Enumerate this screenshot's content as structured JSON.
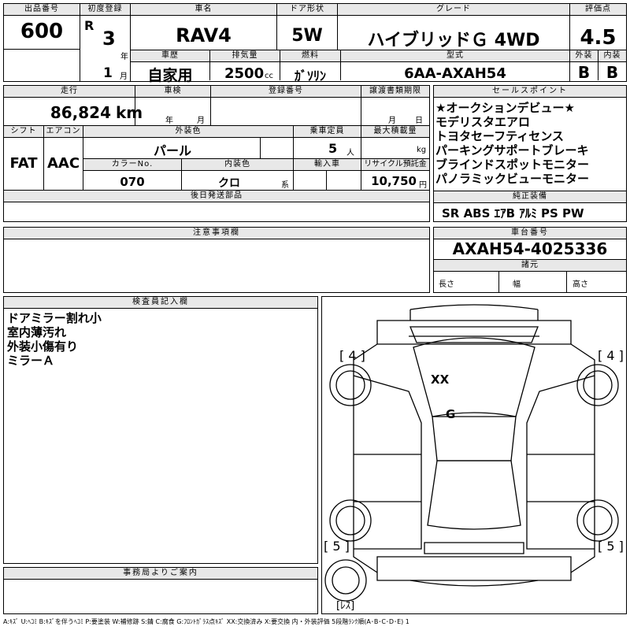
{
  "header": {
    "lot_label": "出品番号",
    "lot": "600",
    "first_reg_label": "初度登録",
    "era": "R",
    "reg_year": "3",
    "year_unit": "年",
    "reg_month": "1",
    "month_unit": "月",
    "name_label": "車名",
    "name": "RAV4",
    "doors_label": "ドア形状",
    "doors": "5W",
    "grade_label": "グレード",
    "grade": "ハイブリッドＧ 4WD",
    "score_label": "評価点",
    "score": "4.5",
    "ext_label": "外装",
    "ext": "B",
    "int_label": "内装",
    "int": "B",
    "history_label": "車歴",
    "history": "自家用",
    "displacement_label": "排気量",
    "displacement": "2500",
    "cc": "cc",
    "fuel_label": "燃料",
    "fuel": "ｶﾞｿﾘﾝ",
    "model_label": "型式",
    "model": "6AA-AXAH54"
  },
  "row2": {
    "mileage_label": "走行",
    "mileage": "86,824",
    "km": "km",
    "inspection_label": "車検",
    "insp_year": "年",
    "insp_month": "月",
    "plate_label": "登録番号",
    "transfer_label": "譲渡書類期限",
    "transfer_month": "月",
    "transfer_day": "日"
  },
  "row3": {
    "shift_label": "シフト",
    "shift": "FAT",
    "ac_label": "エアコン",
    "ac": "AAC",
    "color_label": "外装色",
    "color": "パール",
    "capacity_label": "乗車定員",
    "capacity": "5",
    "capacity_unit": "人",
    "load_label": "最大積載量",
    "load_unit": "kg",
    "color_no_label": "カラーNo.",
    "color_no": "070",
    "interior_label": "内装色",
    "interior": "クロ",
    "interior_unit": "系",
    "import_label": "輸入車",
    "recycle_label": "リサイクル預託金",
    "recycle": "10,750",
    "recycle_unit": "円"
  },
  "later_parts_label": "後日発送部品",
  "selling_points_label": "セールスポイント",
  "selling_points": [
    "★オークションデビュー★",
    "モデリスタエアロ",
    "トヨタセーフティセンス",
    "パーキングサポートブレーキ",
    "ブラインドスポットモニター",
    "パノラミックビューモニター"
  ],
  "equipment_label": "純正装備",
  "equipment": "SR ABS ｴｱB ｱﾙﾐ PS PW",
  "notes_label": "注意事項欄",
  "chassis_label": "車台番号",
  "chassis": "AXAH54-4025336",
  "specs_label": "諸元",
  "length_label": "長さ",
  "width_label": "幅",
  "height_label": "高さ",
  "inspector_label": "検査員記入欄",
  "inspector_notes": [
    "ドアミラー割れ小",
    "室内薄汚れ",
    "外装小傷有り",
    "ミラーＡ"
  ],
  "office_label": "事務局よりご案内",
  "diagram": {
    "tire_fl": "[ 4 ]",
    "tire_fr": "[ 4 ]",
    "tire_rl": "[ 5 ]",
    "tire_rr": "[ 5 ]",
    "spare": "[ﾚｽ]",
    "mark_xx": "XX",
    "mark_g": "G"
  },
  "legend": "A:ｷｽﾞ U:ﾍｺﾐ B:ｷｽﾞを伴うﾍｺﾐ P:要塗装 W:補修跡 S:錆 C:腐食 G:ﾌﾛﾝﾄｶﾞﾗｽ点ｷｽﾞ XX:交換済み X:要交換  内・外装評価 5段階ﾗﾝｸ順(A･B･C･D･E) 1"
}
